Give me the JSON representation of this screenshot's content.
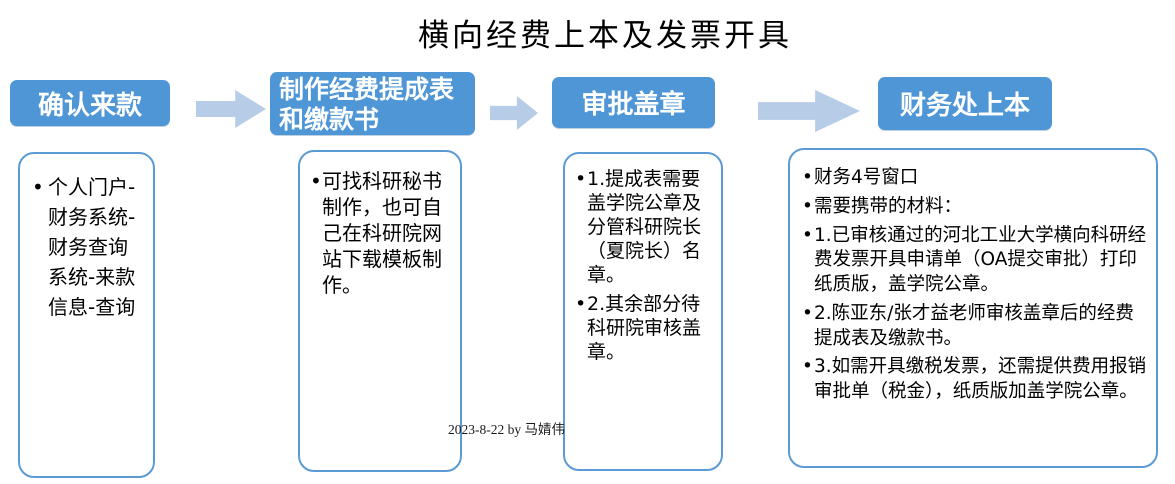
{
  "title": "横向经费上本及发票开具",
  "footer": "2023-8-22  by 马婧伟",
  "colors": {
    "header_fill": "#4f96d6",
    "header_text": "#ffffff",
    "arrow_fill": "#b7cce7",
    "box_border": "#5b9bd5"
  },
  "steps": [
    {
      "label": "确认来款",
      "bullets": [
        "个人门户-财务系统-财务查询系统-来款信息-查询"
      ]
    },
    {
      "label": "制作经费提成表和缴款书",
      "bullets": [
        "可找科研秘书制作，也可自己在科研院网站下载模板制作。"
      ]
    },
    {
      "label": "审批盖章",
      "bullets": [
        "1.提成表需要盖学院公章及分管科研院长（夏院长）名章。",
        "2.其余部分待科研院审核盖章。"
      ]
    },
    {
      "label": "财务处上本",
      "bullets": [
        "财务4号窗口",
        "需要携带的材料：",
        "1.已审核通过的河北工业大学横向科研经费发票开具申请单（OA提交审批）打印纸质版，盖学院公章。",
        "2.陈亚东/张才益老师审核盖章后的经费提成表及缴款书。",
        "3.如需开具缴税发票，还需提供费用报销审批单（税金），纸质版加盖学院公章。"
      ]
    }
  ]
}
